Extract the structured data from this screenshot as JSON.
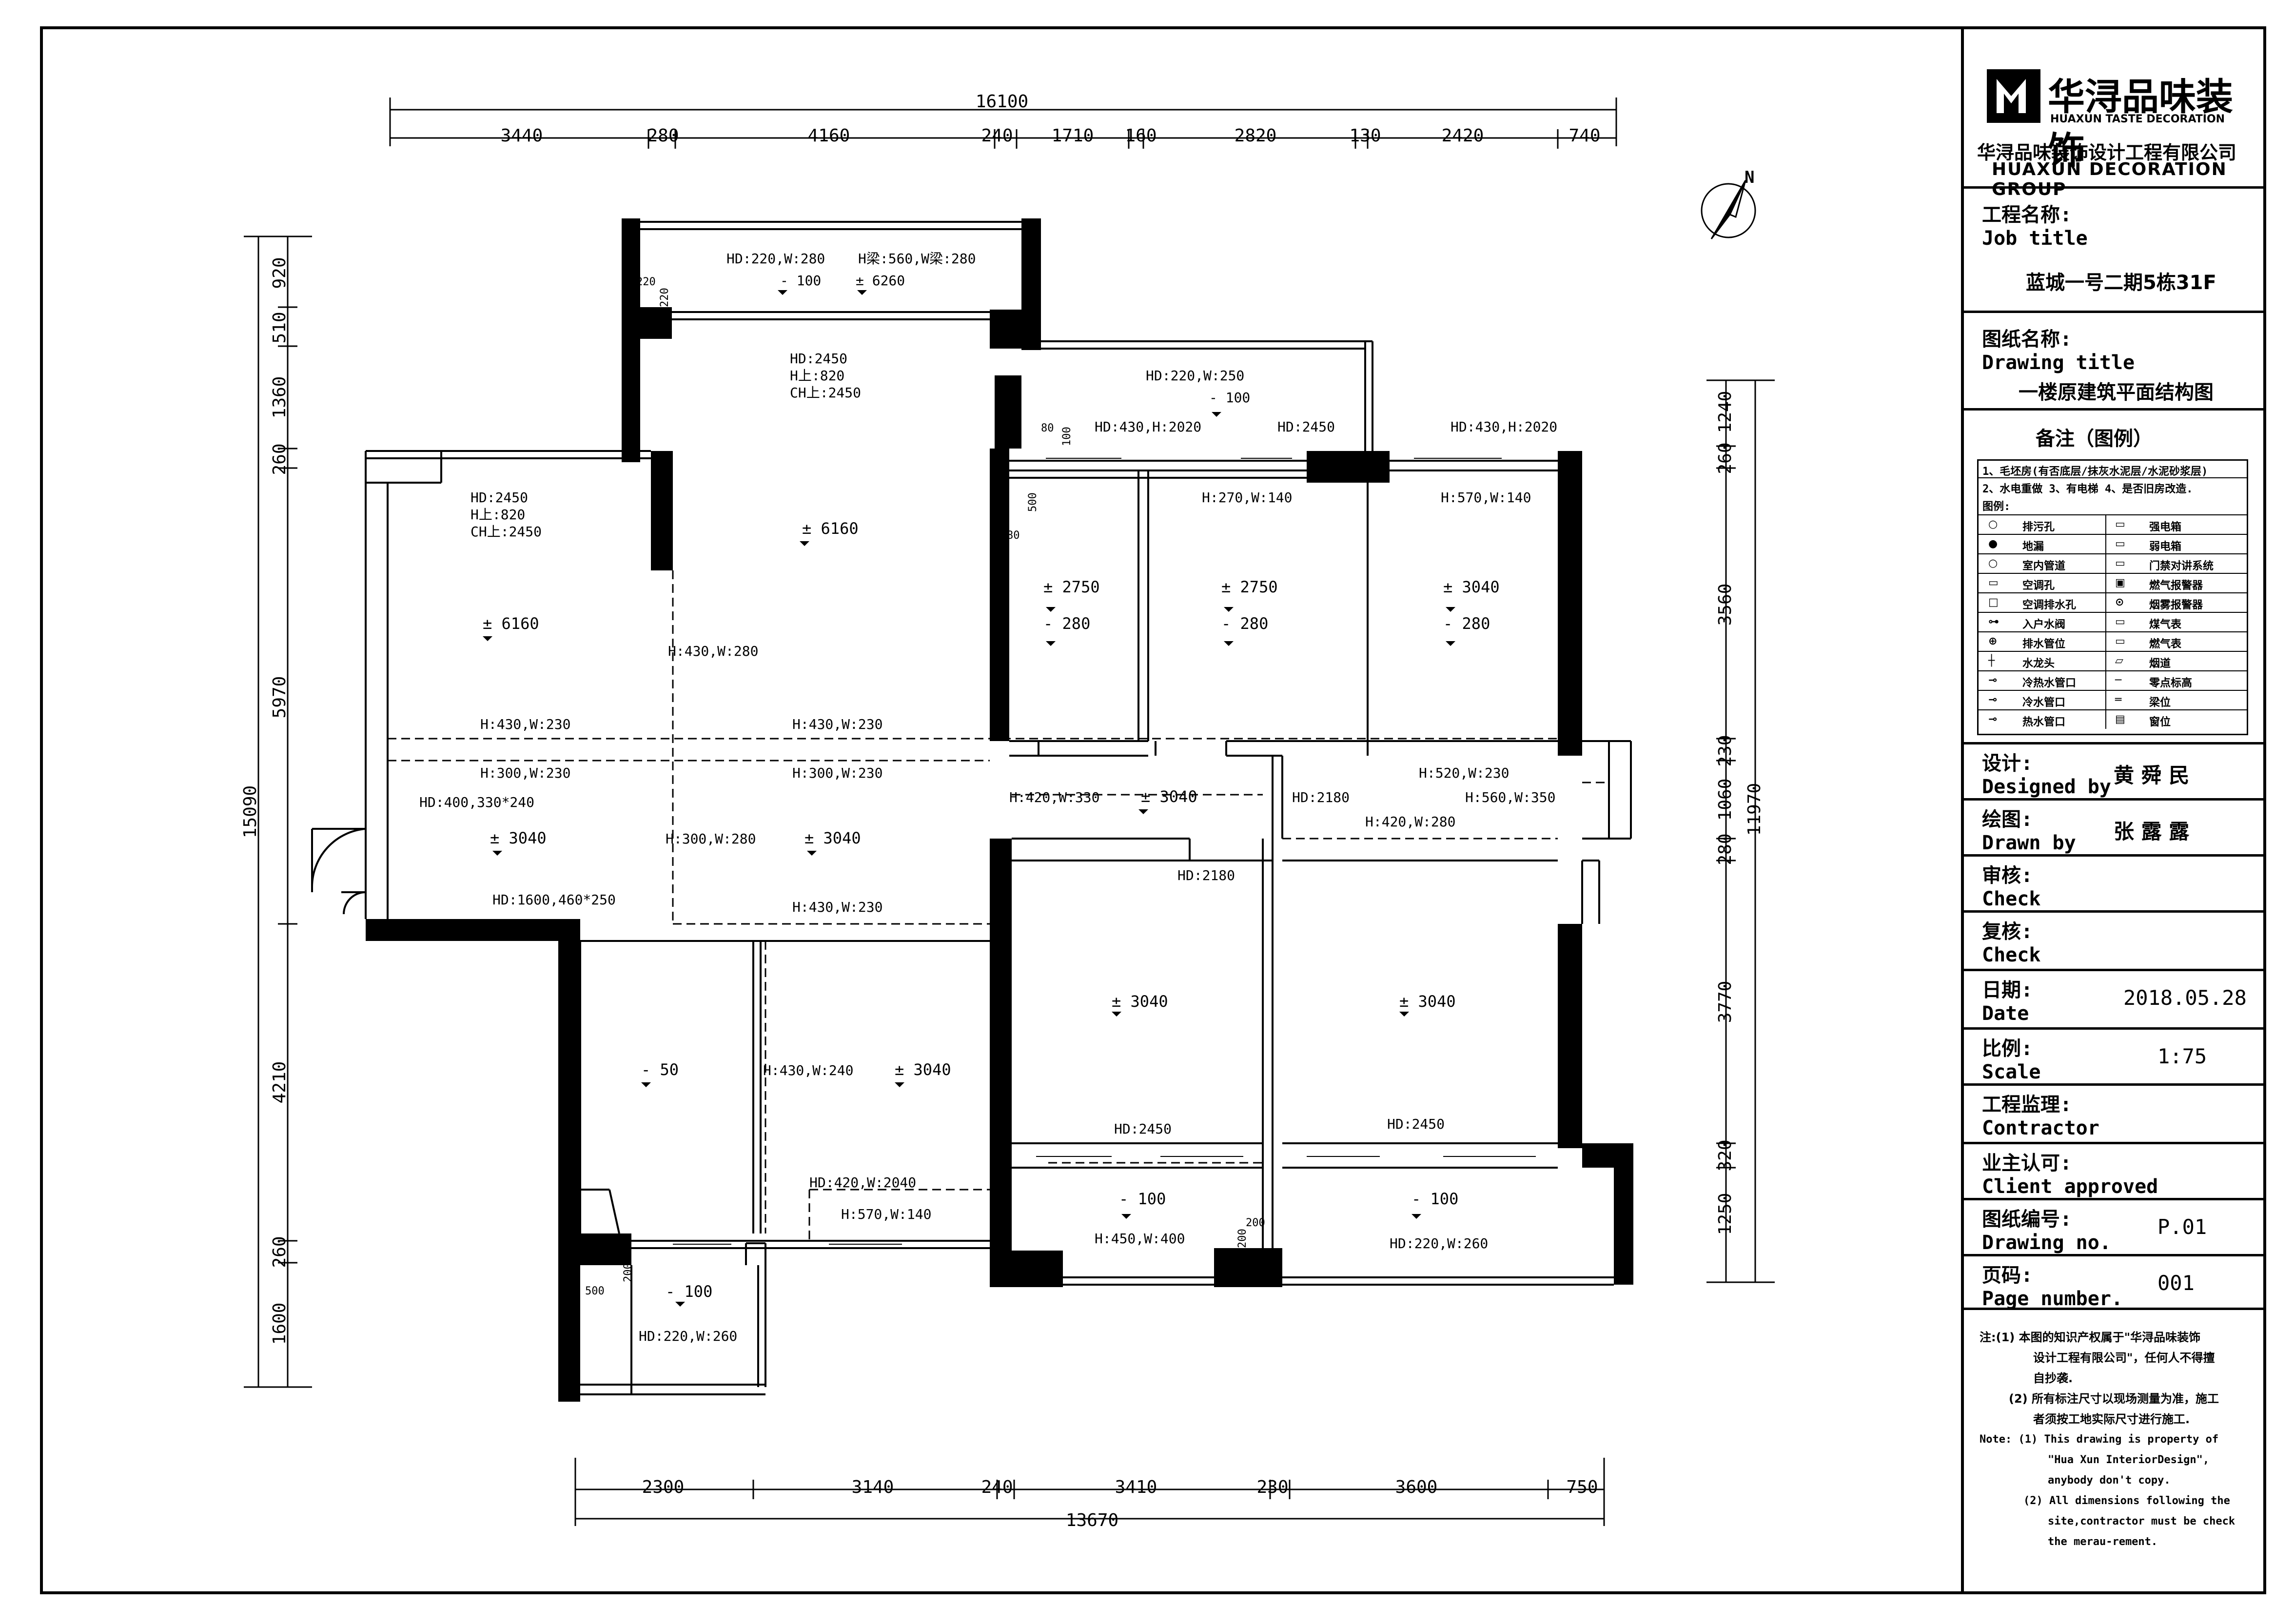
{
  "company": {
    "logo_text": "华浔品味装饰",
    "logo_sub": "HUAXUN TASTE DECORATION",
    "name_cn": "华浔品味装饰设计工程有限公司",
    "name_en": "HUAXUN DECORATION GROUP"
  },
  "job": {
    "label_cn": "工程名称:",
    "label_en": "Job title",
    "value": "蓝城一号二期5栋31F"
  },
  "drawing_title": {
    "label_cn": "图纸名称:",
    "label_en": "Drawing title",
    "value": "一楼原建筑平面结构图"
  },
  "legend": {
    "title": "备注（图例）",
    "note1": "1、毛坯房(有否底层/抹灰水泥层/水泥砂浆层)",
    "note2": "2、水电重做 3、有电梯 4、是否旧房改造.",
    "heading": "图例:",
    "items_left": [
      "排污孔",
      "地漏",
      "室内管道",
      "空调孔",
      "空调排水孔",
      "入户水阀",
      "排水管位",
      "水龙头",
      "冷热水管口",
      "冷水管口",
      "热水管口"
    ],
    "items_right": [
      "强电箱",
      "弱电箱",
      "门禁对讲系统",
      "燃气报警器",
      "烟雾报警器",
      "煤气表",
      "燃气表",
      "烟道",
      "零点标高",
      "梁位",
      "窗位"
    ]
  },
  "designer": {
    "label_cn": "设计:",
    "label_en": "Designed by",
    "value": "黄 舜 民"
  },
  "drawn": {
    "label_cn": "绘图:",
    "label_en": "Drawn by",
    "value": "张 露 露"
  },
  "check1": {
    "label_cn": "审核:",
    "label_en": "Check"
  },
  "check2": {
    "label_cn": "复核:",
    "label_en": "Check"
  },
  "date": {
    "label_cn": "日期:",
    "label_en": "Date",
    "value": "2018.05.28"
  },
  "scale": {
    "label_cn": "比例:",
    "label_en": "Scale",
    "value": "1:75"
  },
  "contractor": {
    "label_cn": "工程监理:",
    "label_en": "Contractor"
  },
  "client": {
    "label_cn": "业主认可:",
    "label_en": "Client approved"
  },
  "drawing_no": {
    "label_cn": "图纸编号:",
    "label_en": "Drawing no.",
    "value": "P.01"
  },
  "page": {
    "label_cn": "页码:",
    "label_en": "Page number.",
    "value": "001"
  },
  "notes_cn": {
    "n1a": "注:(1) 本图的知识产权属于\"华浔品味装饰",
    "n1b": "设计工程有限公司\"，任何人不得擅",
    "n1c": "自抄袭.",
    "n2a": "(2) 所有标注尺寸以现场测量为准，施工",
    "n2b": "者须按工地实际尺寸进行施工."
  },
  "notes_en": {
    "n1a": "Note:  (1) This drawing is property of",
    "n1b": "\"Hua Xun InteriorDesign\",",
    "n1c": "anybody don't copy.",
    "n2a": "(2) All dimensions following the",
    "n2b": "site,contractor must be check",
    "n2c": "the merau-rement."
  },
  "north": "N",
  "dims": {
    "top_total": "16100",
    "top": [
      "3440",
      "280",
      "4160",
      "240",
      "1710",
      "160",
      "2820",
      "130",
      "2420",
      "740"
    ],
    "bottom_total": "13670",
    "bottom": [
      "2300",
      "3140",
      "240",
      "3410",
      "230",
      "3600",
      "750"
    ],
    "left_total": "15090",
    "left": [
      "920",
      "510",
      "1360",
      "260",
      "5970",
      "4210",
      "260",
      "1600"
    ],
    "right_total": "11970",
    "right": [
      "1240",
      "260",
      "3560",
      "230",
      "1060",
      "280",
      "3770",
      "320",
      "1250"
    ]
  },
  "plan_labels": {
    "l01": "HD:220,W:280",
    "l02": "H梁:560,W梁:280",
    "l03": "- 100",
    "l04": "± 6260",
    "l05": "220",
    "l06": "220",
    "l07": "HD:2450",
    "l08": "H上:820",
    "l09": "CH上:2450",
    "l10": "HD:220,W:250",
    "l11": "- 100",
    "l12": "HD:430,H:2020",
    "l13": "HD:2450",
    "l14": "HD:430,H:2020",
    "l15": "HD:2450",
    "l16": "H上:820",
    "l17": "CH上:2450",
    "l18": "± 6160",
    "l19": "± 6160",
    "l20": "H:270,W:140",
    "l21": "H:570,W:140",
    "l22": "± 2750",
    "l23": "- 280",
    "l24": "± 2750",
    "l25": "- 280",
    "l26": "± 3040",
    "l27": "- 280",
    "l28": "H:430,W:280",
    "l29": "H:430,W:230",
    "l30": "H:430,W:230",
    "l31": "H:300,W:230",
    "l32": "H:300,W:230",
    "l33": "HD:400,330*240",
    "l34": "H:420,W:330",
    "l35": "± 3040",
    "l36": "HD:2180",
    "l37": "H:520,W:230",
    "l38": "H:560,W:350",
    "l39": "H:420,W:280",
    "l40": "± 3040",
    "l41": "H:300,W:280",
    "l42": "± 3040",
    "l43": "HD:1600,460*250",
    "l44": "H:430,W:230",
    "l45": "HD:2180",
    "l46": "± 3040",
    "l47": "± 3040",
    "l48": "- 50",
    "l49": "H:430,W:240",
    "l50": "± 3040",
    "l51": "HD:2450",
    "l52": "HD:2450",
    "l53": "HD:420,W:2040",
    "l54": "H:570,W:140",
    "l55": "- 100",
    "l56": "- 100",
    "l57": "H:450,W:400",
    "l58": "HD:220,W:260",
    "l59": "- 100",
    "l60": "HD:220,W:260",
    "l61": "500",
    "l62": "200",
    "l63": "200",
    "l64": "200",
    "l65": "80",
    "l66": "100",
    "l67": "500",
    "l68": "80"
  }
}
